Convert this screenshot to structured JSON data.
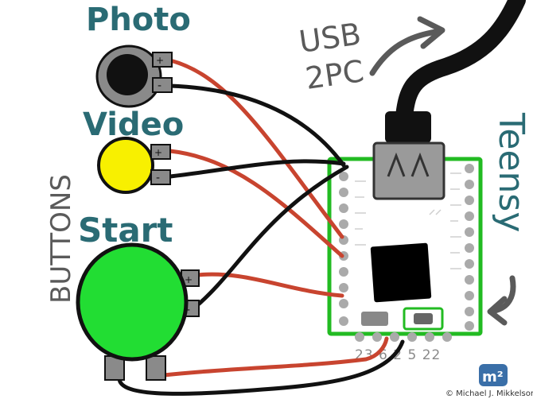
{
  "labels": {
    "photo": "Photo",
    "video": "Video",
    "start": "Start",
    "buttons": "BUTTONS",
    "usb_line1": "USB",
    "usb_line2": "2PC",
    "teensy": "Teensy",
    "pins": "23 6 2 5 22",
    "credit": "© Michael J. Mikkelson",
    "logo": "m²"
  },
  "colors": {
    "photo_button": "#111111",
    "video_button": "#f8f000",
    "start_button": "#22dd33",
    "board_outline": "#22bb22",
    "wire_red": "#c8442f",
    "wire_black": "#111111",
    "label_teal": "#2a6b74",
    "label_gray": "#5a5a5a",
    "usb_connector": "#9a9a9a",
    "chip": "#000000"
  }
}
